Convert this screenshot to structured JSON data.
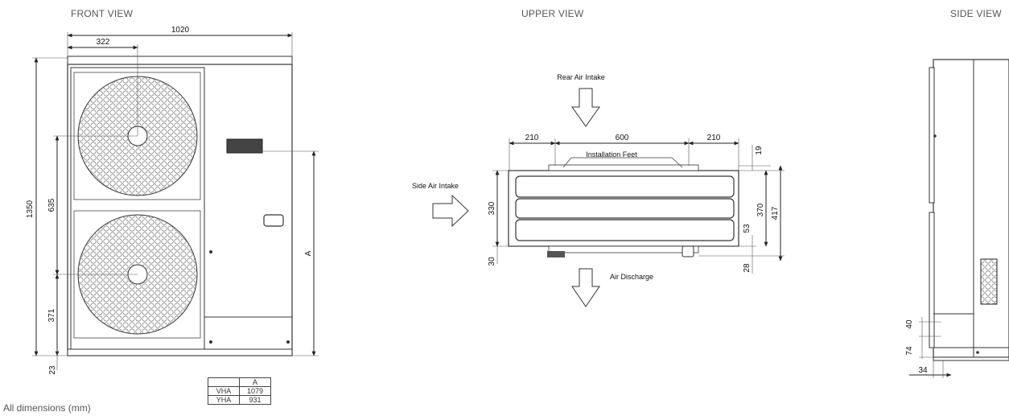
{
  "views": {
    "front": "FRONT VIEW",
    "upper": "UPPER VIEW",
    "side": "SIDE VIEW"
  },
  "footnote": "All dimensions (mm)",
  "front_dims": {
    "width": "1020",
    "fan_offset": "322",
    "height": "1350",
    "fan_spacing": "635",
    "bottom_fan": "371",
    "foot": "23",
    "a": "A"
  },
  "upper_labels": {
    "rear": "Rear Air Intake",
    "side": "Side Air Intake",
    "discharge": "Air Discharge",
    "feet": "Installation Feet"
  },
  "upper_dims": {
    "left": "210",
    "center": "600",
    "right": "210",
    "depth": "330",
    "bottom": "30",
    "top_offset": "19",
    "feet_depth": "370",
    "total_depth": "417",
    "foot_width": "53",
    "foot_offset": "28"
  },
  "side_dims": {
    "d40": "40",
    "d74": "74",
    "d34": "34"
  },
  "table": {
    "header": [
      "",
      "A"
    ],
    "rows": [
      [
        "VHA",
        "1079"
      ],
      [
        "YHA",
        "931"
      ]
    ]
  }
}
